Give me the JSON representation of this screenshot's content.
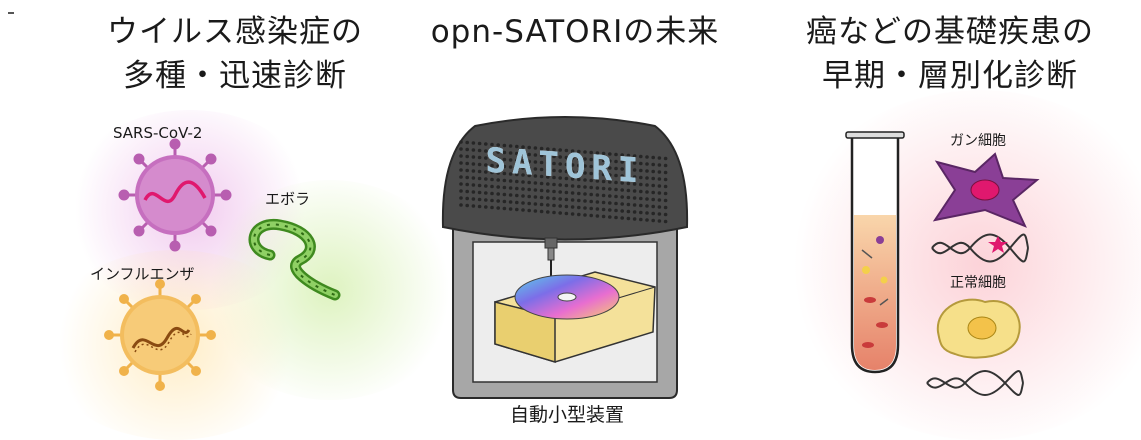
{
  "left": {
    "title_line1": "ウイルス感染症の",
    "title_line2": "多種・迅速診断",
    "labels": {
      "sars": "SARS-CoV-2",
      "ebola": "エボラ",
      "influenza": "インフルエンザ"
    }
  },
  "center": {
    "title": "opn-SATORIの未来",
    "device_label": "自動小型装置",
    "display_text": "SATORI"
  },
  "right": {
    "title_line1": "癌などの基礎疾患の",
    "title_line2": "早期・層別化診断",
    "labels": {
      "cancer": "ガン細胞",
      "normal": "正常細胞"
    }
  },
  "colors": {
    "sars": "#b85eb0",
    "influenza": "#f0b24a",
    "ebola": "#6cbb3c",
    "cancer": "#8a3f96",
    "normal": "#f6e08a",
    "device_top": "#4a4a4a",
    "device_body": "#a7a7a7"
  }
}
